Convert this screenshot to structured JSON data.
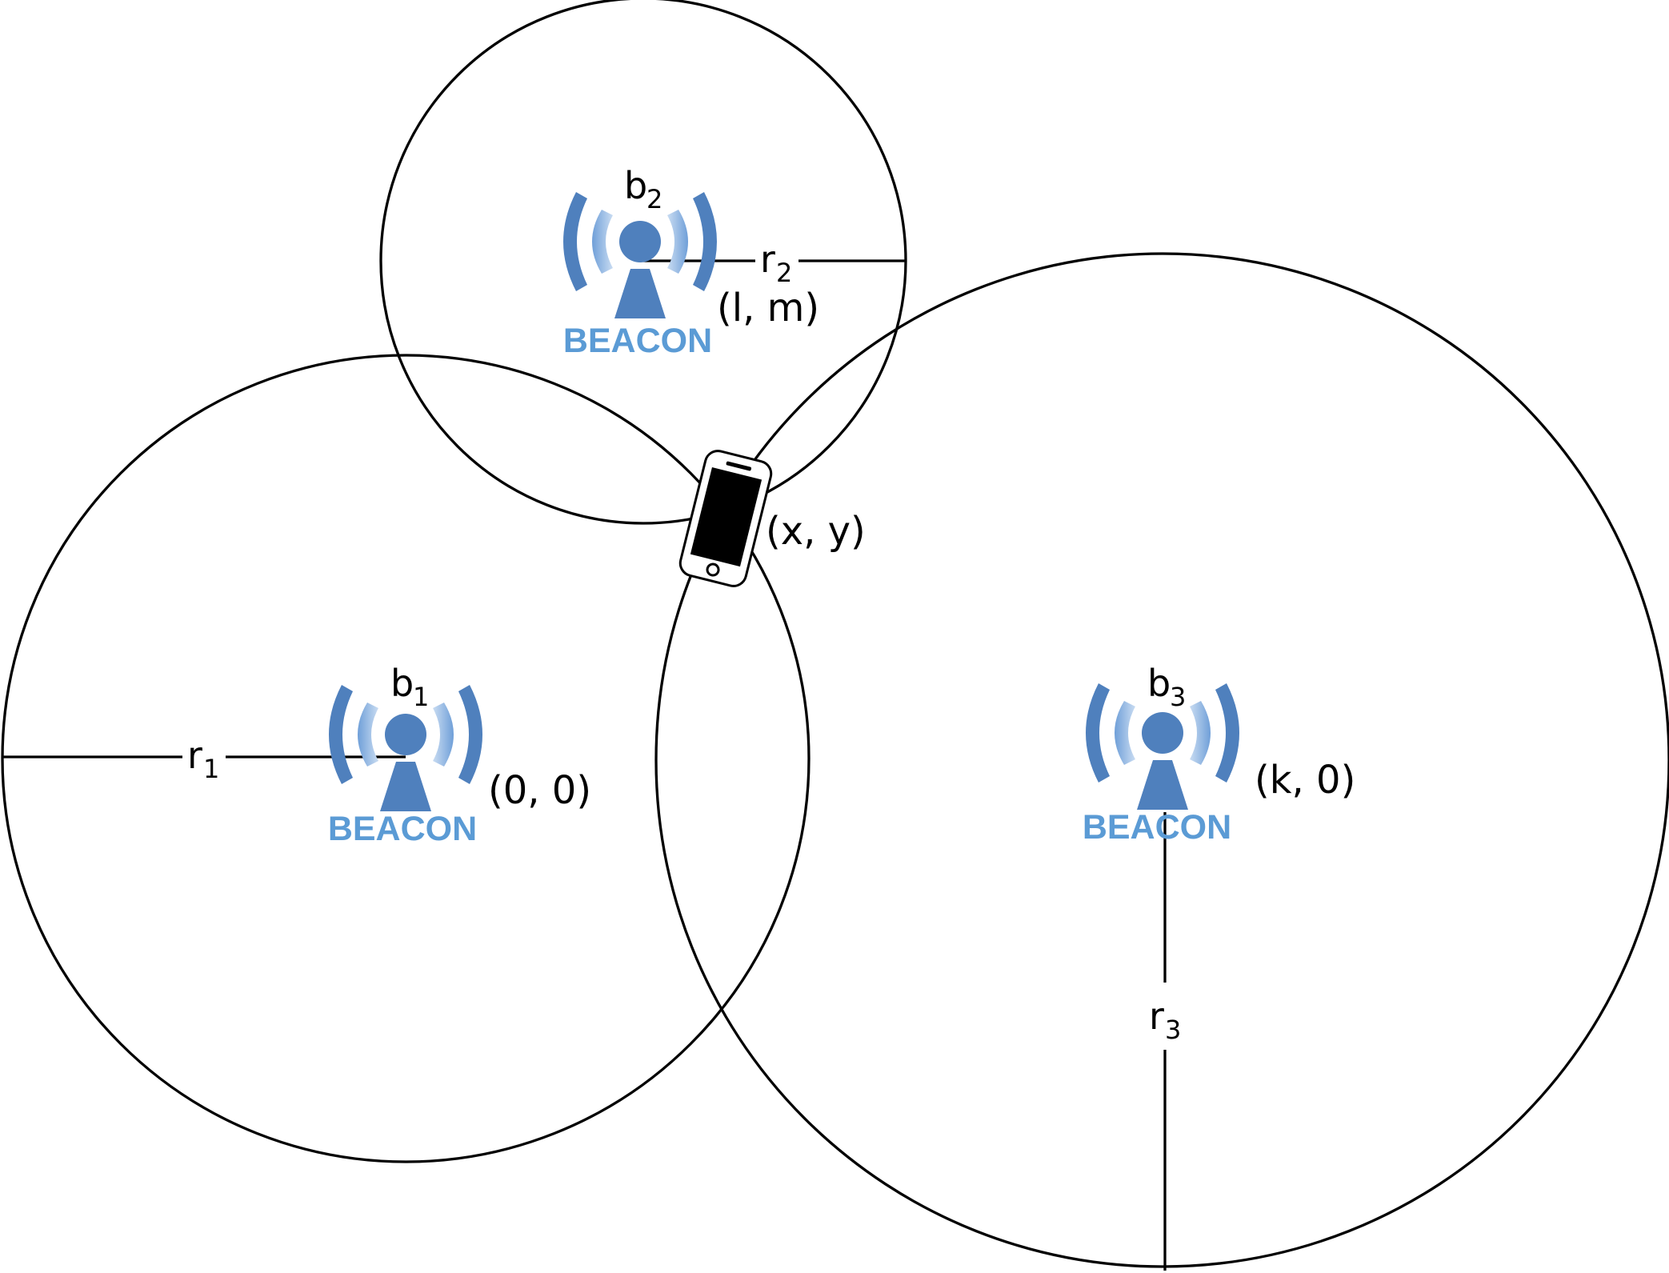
{
  "colors": {
    "beacon_dark": "#4F80BD",
    "beacon_light": "#8DB3E2",
    "beacon_text": "#5B9BD5",
    "line": "#000000",
    "phone_body": "#000000"
  },
  "beacons": [
    {
      "id": "b1",
      "label": "b",
      "subscript": "1",
      "coord": "(0, 0)",
      "radius_label": "r",
      "radius_sub": "1",
      "brand": "BEACON"
    },
    {
      "id": "b2",
      "label": "b",
      "subscript": "2",
      "coord": "(l, m)",
      "radius_label": "r",
      "radius_sub": "2",
      "brand": "BEACON"
    },
    {
      "id": "b3",
      "label": "b",
      "subscript": "3",
      "coord": "(k, 0)",
      "radius_label": "r",
      "radius_sub": "3",
      "brand": "BEACON"
    }
  ],
  "device": {
    "icon": "smartphone-icon",
    "coord": "(x, y)"
  }
}
